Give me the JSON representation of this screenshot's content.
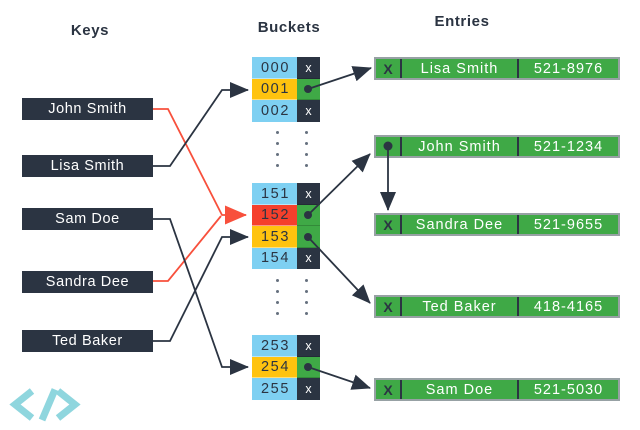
{
  "titles": {
    "keys": "Keys",
    "buckets": "Buckets",
    "entries": "Entries"
  },
  "keys": {
    "items": [
      {
        "label": "John Smith"
      },
      {
        "label": "Lisa Smith"
      },
      {
        "label": "Sam Doe"
      },
      {
        "label": "Sandra Dee"
      },
      {
        "label": "Ted Baker"
      }
    ]
  },
  "buckets": {
    "empty_label": "x",
    "groups": [
      {
        "rows": [
          {
            "number": "000",
            "tone": "blue",
            "state": "empty"
          },
          {
            "number": "001",
            "tone": "yellow",
            "state": "occupied"
          },
          {
            "number": "002",
            "tone": "blue",
            "state": "empty"
          }
        ]
      },
      {
        "rows": [
          {
            "number": "151",
            "tone": "blue",
            "state": "empty"
          },
          {
            "number": "152",
            "tone": "red",
            "state": "occupied"
          },
          {
            "number": "153",
            "tone": "yellow",
            "state": "occupied"
          },
          {
            "number": "154",
            "tone": "blue",
            "state": "empty"
          }
        ]
      },
      {
        "rows": [
          {
            "number": "253",
            "tone": "blue",
            "state": "empty"
          },
          {
            "number": "254",
            "tone": "yellow",
            "state": "occupied"
          },
          {
            "number": "255",
            "tone": "blue",
            "state": "empty"
          }
        ]
      }
    ]
  },
  "entries": {
    "end_label": "X",
    "items": [
      {
        "name": "Lisa Smith",
        "phone": "521-8976",
        "pointer": "end"
      },
      {
        "name": "John Smith",
        "phone": "521-1234",
        "pointer": "next"
      },
      {
        "name": "Sandra Dee",
        "phone": "521-9655",
        "pointer": "end"
      },
      {
        "name": "Ted Baker",
        "phone": "418-4165",
        "pointer": "end"
      },
      {
        "name": "Sam Doe",
        "phone": "521-5030",
        "pointer": "end"
      }
    ]
  },
  "mappings": {
    "key_to_bucket": [
      {
        "key": "John Smith",
        "bucket": "152",
        "collision": true
      },
      {
        "key": "Lisa Smith",
        "bucket": "001",
        "collision": false
      },
      {
        "key": "Sam Doe",
        "bucket": "254",
        "collision": false
      },
      {
        "key": "Sandra Dee",
        "bucket": "152",
        "collision": true
      },
      {
        "key": "Ted Baker",
        "bucket": "153",
        "collision": false
      }
    ],
    "bucket_to_entry": [
      {
        "bucket": "001",
        "entry": "Lisa Smith"
      },
      {
        "bucket": "152",
        "entry": "John Smith"
      },
      {
        "bucket": "153",
        "entry": "Ted Baker"
      },
      {
        "bucket": "254",
        "entry": "Sam Doe"
      }
    ],
    "entry_to_entry": [
      {
        "from": "John Smith",
        "to": "Sandra Dee"
      }
    ]
  },
  "colors": {
    "navy": "#2B3442",
    "blue": "#7ED0F2",
    "yellow": "#FFC30F",
    "red": "#F5402C",
    "green": "#3FA946",
    "line_red": "#F8503C",
    "entry_border": "#97A1A4",
    "teal": "#8FD6DE",
    "dots_gray": "#66707E",
    "background": "#FFFFFF"
  }
}
